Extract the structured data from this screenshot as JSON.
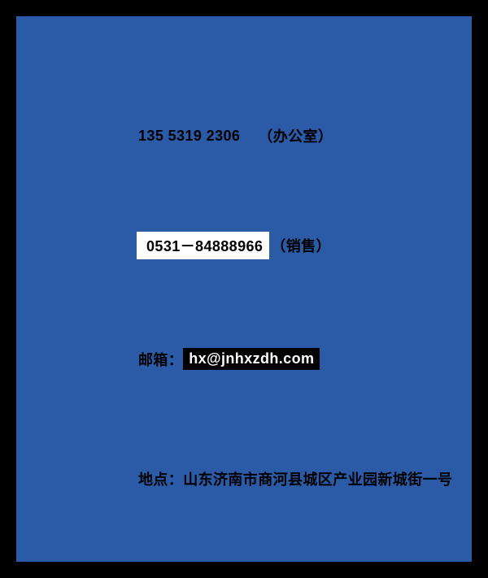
{
  "colors": {
    "frame": "#000000",
    "panel": "#2B5AA7",
    "highlight_white": "#FFFFFF",
    "highlight_black": "#000000",
    "text_dark": "#000000",
    "text_light": "#FFFFFF"
  },
  "contact": {
    "office_phone": "135 5319 2306",
    "office_label": "（办公室）",
    "sales_phone": "0531－84888966",
    "sales_label": "（销售）",
    "email_label": "邮箱：",
    "email_address": "hx@jnhxzdh.com",
    "address": "地点：山东济南市商河县城区产业园新城街一号"
  }
}
